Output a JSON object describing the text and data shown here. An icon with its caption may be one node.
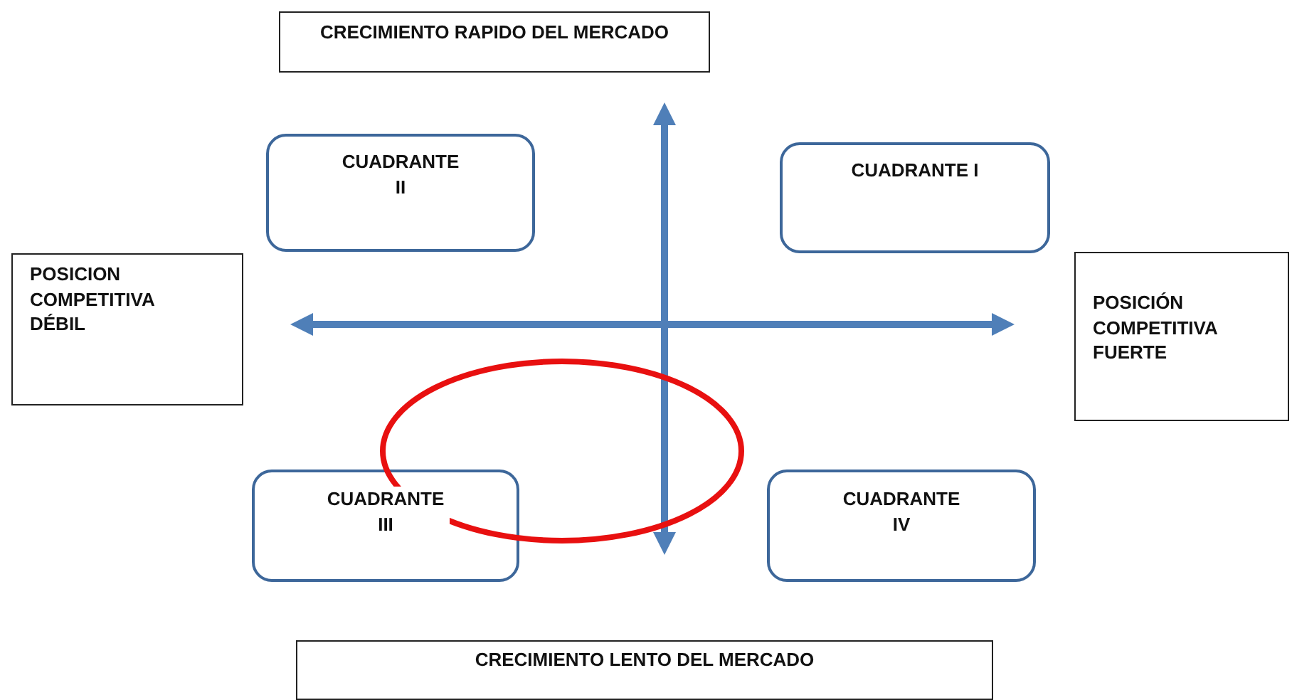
{
  "diagram": {
    "nodes": [
      {
        "text": [
          "CRECIMIENTO RAPIDO DEL MERCADO"
        ]
      },
      {
        "text": [
          "CUADRANTE II"
        ]
      },
      {
        "text": [
          "CUADRANTE I"
        ]
      },
      {
        "text": [
          "POSICION COMPETITIVA DÉBIL"
        ]
      },
      {
        "text": [
          "POSICIÓN COMPETITIVA FUERTE"
        ]
      },
      {
        "text": [
          "CUADRANTE III"
        ]
      },
      {
        "text": [
          "CUADRANTE IV"
        ]
      },
      {
        "text": [
          "CRECIMIENTO LENTO DEL MERCADO"
        ]
      }
    ]
  }
}
